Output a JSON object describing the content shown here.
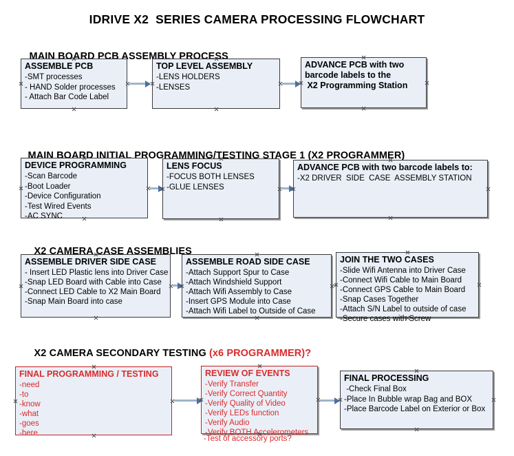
{
  "title": "IDRIVE X2  SERIES CAMERA PROCESSING FLOWCHART",
  "colors": {
    "box_fill": "#eaeff7",
    "box_border": "#3a3a3a",
    "accent_red": "#d92b2b",
    "arrow_line": "#9fb4cc",
    "arrow_head": "#4a6fa5"
  },
  "sections": [
    {
      "id": "main-board-pcb-assembly",
      "header": "MAIN BOARD PCB ASSEMBLY PROCESS",
      "header_accent": "",
      "boxes": [
        {
          "id": "assemble-pcb",
          "title": "ASSEMBLE PCB",
          "lines": [
            "-SMT processes",
            "- HAND Solder processes",
            "- Attach Bar Code Label"
          ]
        },
        {
          "id": "top-level-assembly",
          "title": "TOP LEVEL ASSEMBLY",
          "lines": [
            "-LENS HOLDERS",
            "-LENSES"
          ]
        },
        {
          "id": "advance-pcb-programming-station",
          "title": "ADVANCE PCB with two\nbarcode labels to the\n X2 Programming Station",
          "lines": []
        }
      ]
    },
    {
      "id": "main-board-initial-programming",
      "header": "MAIN BOARD INITIAL PROGRAMMING/TESTING STAGE 1 (X2 PROGRAMMER)",
      "header_accent": "",
      "boxes": [
        {
          "id": "device-programming",
          "title": "DEVICE PROGRAMMING",
          "lines": [
            "-Scan Barcode",
            "-Boot Loader",
            "-Device Configuration",
            "-Test Wired Events",
            "-AC SYNC"
          ]
        },
        {
          "id": "lens-focus",
          "title": "LENS FOCUS",
          "lines": [
            "-FOCUS BOTH LENSES",
            "-GLUE LENSES"
          ]
        },
        {
          "id": "advance-pcb-driver-side-case",
          "title": "ADVANCE PCB with two barcode labels to:",
          "lines": [
            "-X2 DRIVER  SIDE  CASE  ASSEMBLY STATION"
          ]
        }
      ]
    },
    {
      "id": "x2-camera-case-assemblies",
      "header": "X2 CAMERA CASE ASSEMBLIES",
      "header_accent": "",
      "boxes": [
        {
          "id": "assemble-driver-side-case",
          "title": "ASSEMBLE DRIVER SIDE CASE",
          "lines": [
            "- Insert LED Plastic lens into Driver Case",
            "-Snap LED Board with Cable into Case",
            "-Connect LED Cable to X2 Main Board",
            "-Snap Main Board into case"
          ]
        },
        {
          "id": "assemble-road-side-case",
          "title": "ASSEMBLE ROAD SIDE CASE",
          "lines": [
            "-Attach Support Spur to Case",
            "-Attach Windshield Support",
            "-Attach Wifi Assembly to Case",
            "-Insert GPS Module into Case",
            "-Attach Wifi Label to Outside of Case"
          ]
        },
        {
          "id": "join-the-two-cases",
          "title": "JOIN THE TWO CASES",
          "lines": [
            "-Slide Wifi Antenna into Driver Case",
            "-Connect Wifi Cable to Main Board",
            "-Connect GPS Cable to Main Board",
            "-Snap Cases Together",
            "-Attach S/N Label to outside of case",
            "-Secure cases with Screw"
          ]
        }
      ]
    },
    {
      "id": "x2-camera-secondary-testing",
      "header": "X2 CAMERA SECONDARY TESTING ",
      "header_accent": "(x6 PROGRAMMER)?",
      "boxes": [
        {
          "id": "final-programming-testing",
          "title": "FINAL PROGRAMMING / TESTING",
          "lines": [
            "-need",
            "-to",
            "-know",
            "-what",
            "-goes",
            "-here"
          ]
        },
        {
          "id": "review-of-events",
          "title": "REVIEW OF EVENTS",
          "lines": [
            "-Verify Transfer",
            "-Verify Correct Quantity",
            "-Verify Quality of Video",
            "-Verify LEDs function",
            "-Verify Audio",
            "-Verify BOTH Accelerometers"
          ],
          "overflow_line": "-Test of accessory ports?"
        },
        {
          "id": "final-processing",
          "title": "FINAL PROCESSING",
          "lines": [
            " -Check Final Box",
            "-Place In Bubble wrap Bag and BOX",
            "-Place Barcode Label on Exterior or Box"
          ]
        }
      ]
    }
  ]
}
